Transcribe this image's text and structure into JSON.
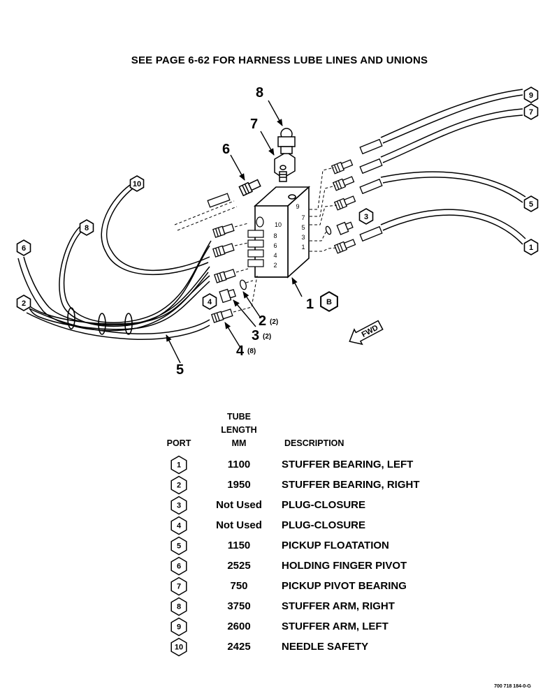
{
  "header": {
    "note": "SEE PAGE 6-62 FOR HARNESS LUBE LINES AND UNIONS"
  },
  "diagram": {
    "callouts": {
      "c8": "8",
      "c7": "7",
      "c6": "6",
      "c5": "5",
      "c1": "1",
      "c1_ref": "B",
      "c2": "2",
      "c2_qty": "(2)",
      "c3": "3",
      "c3_qty": "(2)",
      "c4": "4",
      "c4_qty": "(8)"
    },
    "port_tags": {
      "t9": "9",
      "t7": "7",
      "t5": "5",
      "t1": "1",
      "t3": "3",
      "t10": "10",
      "t8": "8",
      "t6": "6",
      "t2": "2",
      "t4": "4"
    },
    "block_ports": [
      "10",
      "8",
      "6",
      "4",
      "2",
      "9",
      "7",
      "5",
      "3",
      "1"
    ],
    "fwd_label": "FWD"
  },
  "table": {
    "headers": {
      "port": "PORT",
      "tube": "TUBE",
      "length": "LENGTH",
      "mm": "MM",
      "description": "DESCRIPTION"
    },
    "rows": [
      {
        "port": "1",
        "length": "1100",
        "description": "STUFFER BEARING, LEFT"
      },
      {
        "port": "2",
        "length": "1950",
        "description": "STUFFER BEARING, RIGHT"
      },
      {
        "port": "3",
        "length": "Not Used",
        "description": "PLUG-CLOSURE"
      },
      {
        "port": "4",
        "length": "Not Used",
        "description": "PLUG-CLOSURE"
      },
      {
        "port": "5",
        "length": "1150",
        "description": "PICKUP FLOATATION"
      },
      {
        "port": "6",
        "length": "2525",
        "description": "HOLDING FINGER PIVOT"
      },
      {
        "port": "7",
        "length": "750",
        "description": "PICKUP PIVOT BEARING"
      },
      {
        "port": "8",
        "length": "3750",
        "description": "STUFFER ARM, RIGHT"
      },
      {
        "port": "9",
        "length": "2600",
        "description": "STUFFER ARM, LEFT"
      },
      {
        "port": "10",
        "length": "2425",
        "description": "NEEDLE SAFETY"
      }
    ]
  },
  "footer": {
    "code": "700 718 184-0-G"
  }
}
